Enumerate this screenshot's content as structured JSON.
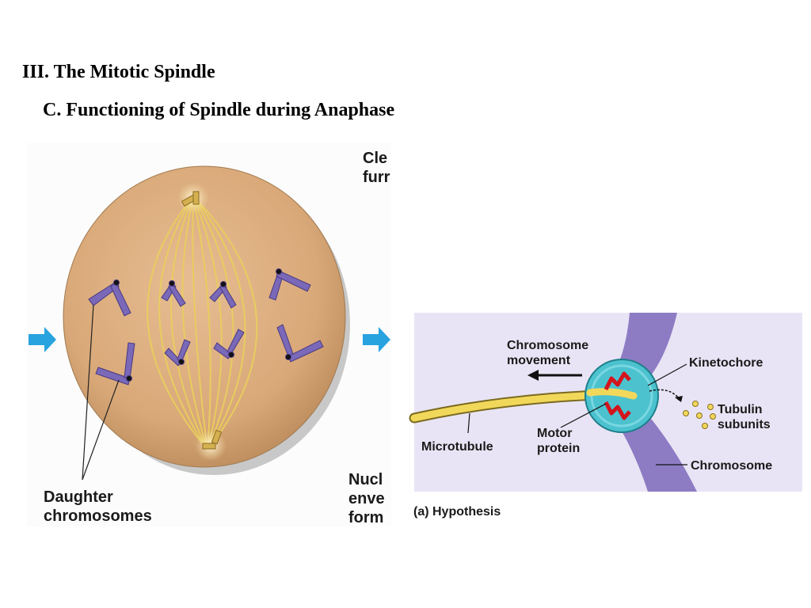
{
  "slide": {
    "title": "III. The Mitotic Spindle",
    "subtitle": "C. Functioning of Spindle during Anaphase"
  },
  "left_figure": {
    "label_cleavage_line1": "Cle",
    "label_cleavage_line2": "furr",
    "label_daughter_line1": "Daughter",
    "label_daughter_line2": "chromosomes",
    "label_nuclear_line1": "Nucl",
    "label_nuclear_line2": "enve",
    "label_nuclear_line3": "form"
  },
  "right_figure": {
    "label_chromosome_movement_line1": "Chromosome",
    "label_chromosome_movement_line2": "movement",
    "label_kinetochore": "Kinetochore",
    "label_tubulin_line1": "Tubulin",
    "label_tubulin_line2": "subunits",
    "label_microtubule": "Microtubule",
    "label_motor_line1": "Motor",
    "label_motor_line2": "protein",
    "label_chromosome": "Chromosome",
    "caption": "(a) Hypothesis"
  },
  "colors": {
    "cell_fill": "#d9a878",
    "chromosome": "#7a68b8",
    "spindle": "#e8cc60",
    "arrow_blue": "#29a3e0",
    "panel_bg": "#e9e4f5",
    "kinetochore": "#4cc2cf",
    "motor": "#d4141c"
  }
}
